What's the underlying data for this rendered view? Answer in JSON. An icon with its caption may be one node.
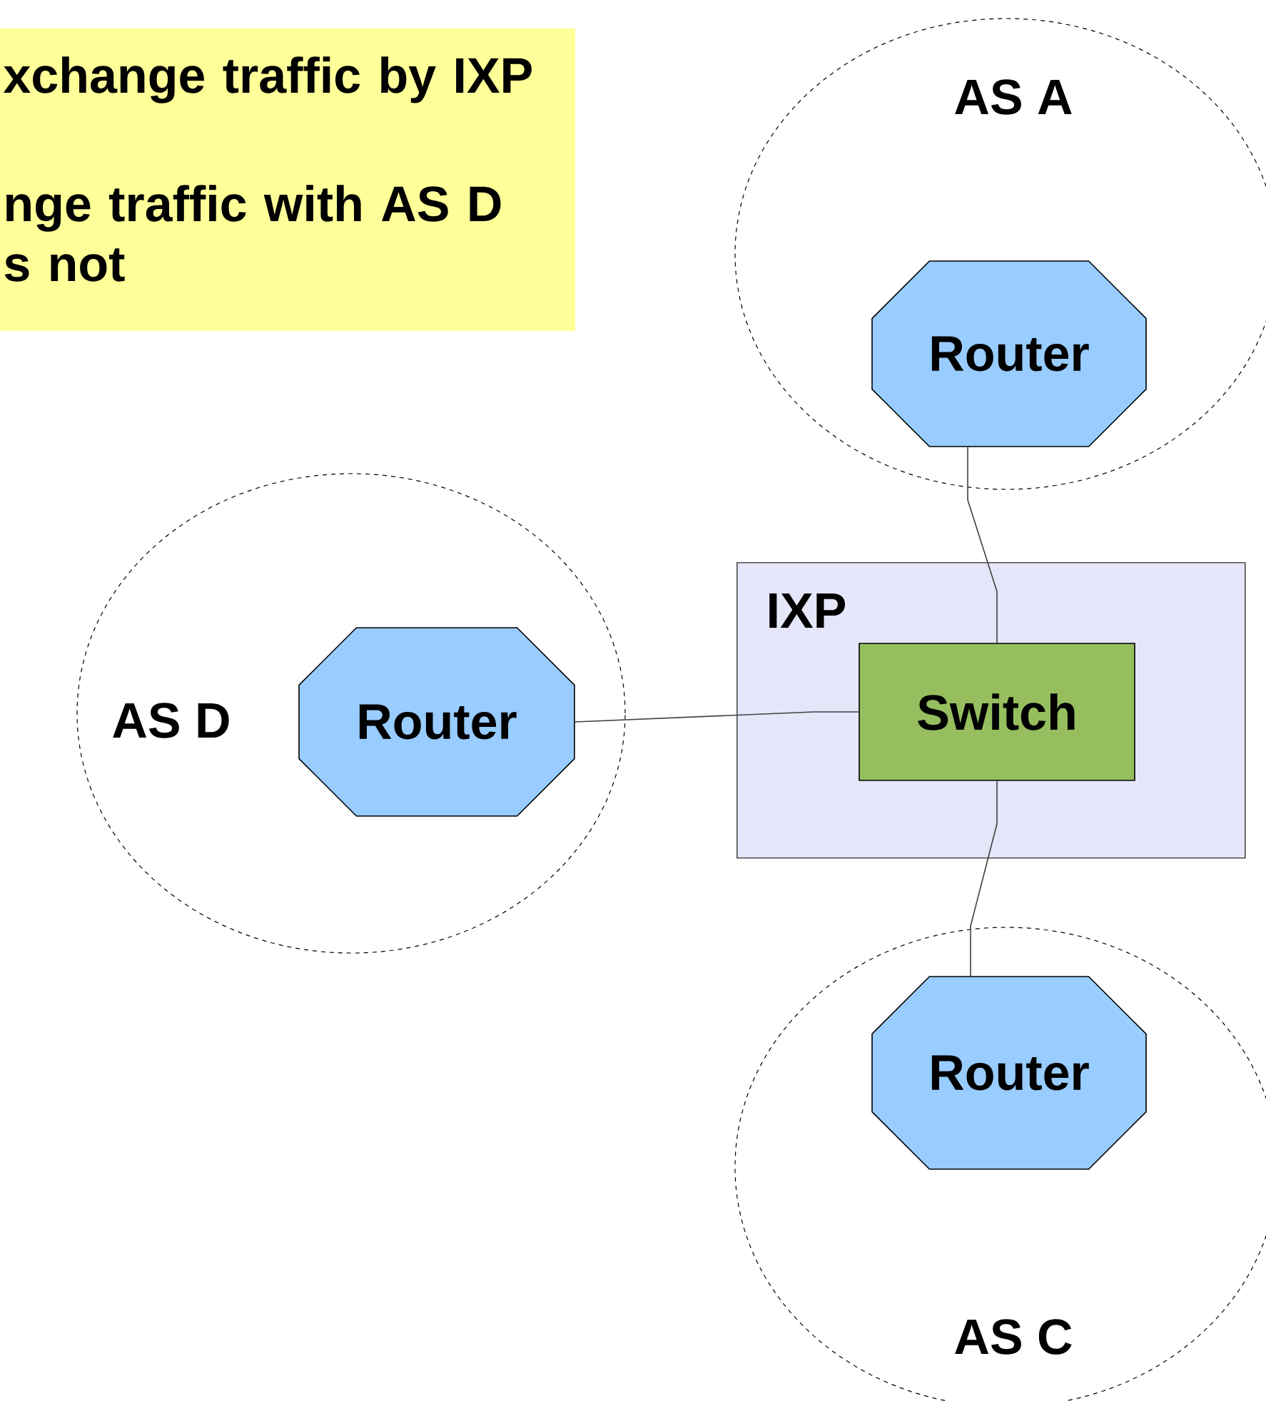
{
  "diagram": {
    "nodes": [
      {
        "text": [
          "xchange traffic by IXP",
          "nge traffic with AS D s not"
        ]
      },
      {
        "text": [
          "AS A"
        ]
      },
      {
        "text": [
          "Router"
        ],
        "in": 1
      },
      {
        "text": [
          "AS D"
        ]
      },
      {
        "text": [
          "Router"
        ],
        "in": 3
      },
      {
        "text": [
          "IXP"
        ]
      },
      {
        "text": [
          "Switch"
        ],
        "in": 5
      },
      {
        "text": [
          "AS C"
        ]
      },
      {
        "text": [
          "Router"
        ],
        "in": 7
      }
    ],
    "edges": [
      {
        "from": 2,
        "to": 6,
        "arrow": "none"
      },
      {
        "from": 4,
        "to": 6,
        "arrow": "none"
      },
      {
        "from": 6,
        "to": 8,
        "arrow": "none"
      }
    ]
  }
}
